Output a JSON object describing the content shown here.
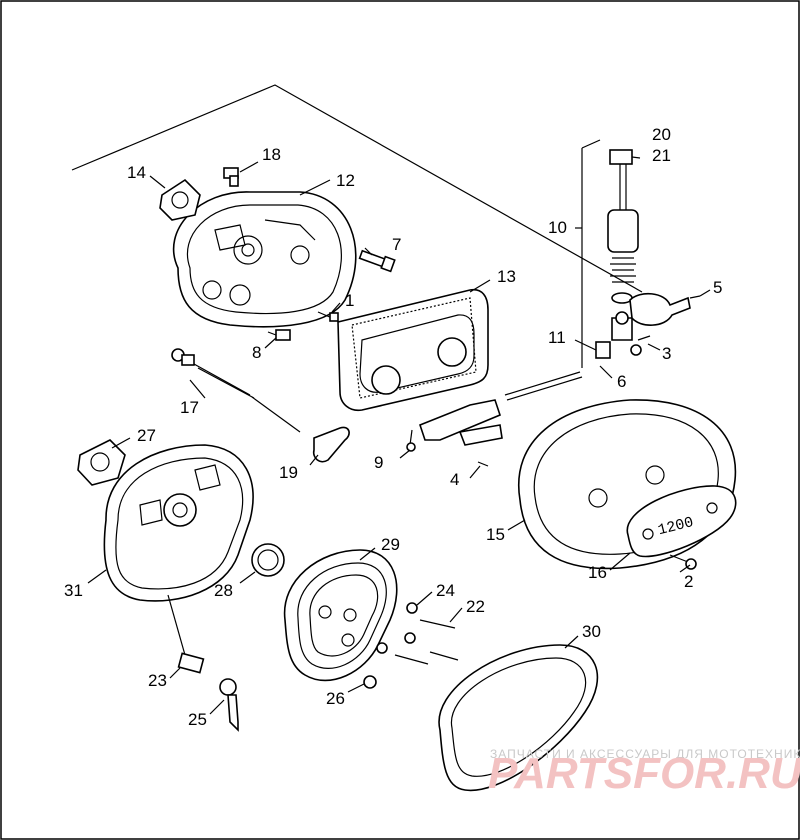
{
  "diagram": {
    "callouts": [
      {
        "id": "1",
        "label": "1"
      },
      {
        "id": "2",
        "label": "2"
      },
      {
        "id": "3",
        "label": "3"
      },
      {
        "id": "4",
        "label": "4"
      },
      {
        "id": "5",
        "label": "5"
      },
      {
        "id": "6",
        "label": "6"
      },
      {
        "id": "7",
        "label": "7"
      },
      {
        "id": "8",
        "label": "8"
      },
      {
        "id": "9",
        "label": "9"
      },
      {
        "id": "10",
        "label": "10"
      },
      {
        "id": "11",
        "label": "11"
      },
      {
        "id": "12",
        "label": "12"
      },
      {
        "id": "13",
        "label": "13"
      },
      {
        "id": "14",
        "label": "14"
      },
      {
        "id": "15",
        "label": "15"
      },
      {
        "id": "16",
        "label": "16"
      },
      {
        "id": "17",
        "label": "17"
      },
      {
        "id": "18",
        "label": "18"
      },
      {
        "id": "19",
        "label": "19"
      },
      {
        "id": "20",
        "label": "20"
      },
      {
        "id": "21",
        "label": "21"
      },
      {
        "id": "22",
        "label": "22"
      },
      {
        "id": "23",
        "label": "23"
      },
      {
        "id": "24",
        "label": "24"
      },
      {
        "id": "25",
        "label": "25"
      },
      {
        "id": "26",
        "label": "26"
      },
      {
        "id": "27",
        "label": "27"
      },
      {
        "id": "28",
        "label": "28"
      },
      {
        "id": "29",
        "label": "29"
      },
      {
        "id": "30",
        "label": "30"
      },
      {
        "id": "31",
        "label": "31"
      }
    ],
    "cover_badge_text": "1200"
  },
  "watermark": {
    "tagline": "ЗАПЧАСТИ И АКСЕССУАРЫ ДЛЯ МОТОТЕХНИКИ",
    "logo_text": "PARTSFOR.RU",
    "tagline_color": "#c9c9c9",
    "logo_color": "#f3c2c2"
  }
}
